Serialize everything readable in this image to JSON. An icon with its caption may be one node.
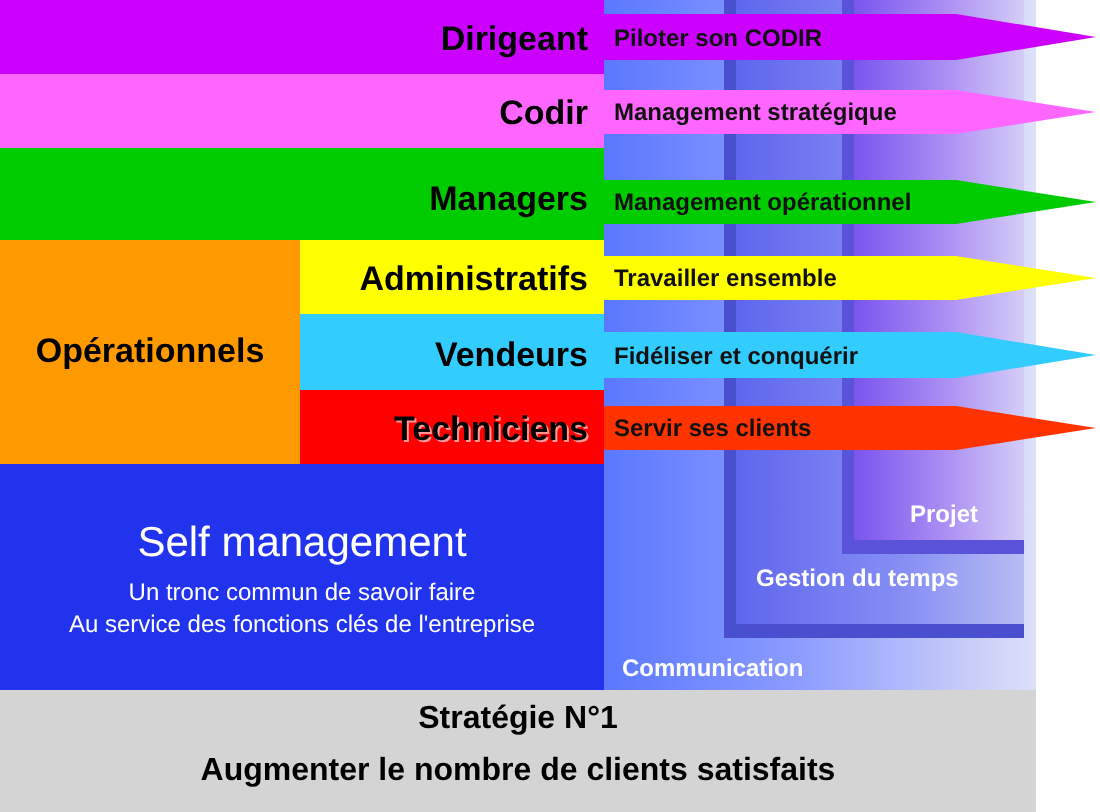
{
  "diagram": {
    "nodes": [
      {
        "text": [
          "Dirigeant"
        ]
      },
      {
        "text": [
          "Codir"
        ]
      },
      {
        "text": [
          "Managers"
        ]
      },
      {
        "text": [
          "Opérationnels"
        ]
      },
      {
        "text": [
          "Administratifs"
        ]
      },
      {
        "text": [
          "Vendeurs"
        ]
      },
      {
        "text": [
          "Techniciens"
        ]
      },
      {
        "text": [
          "Self management",
          "Un tronc commun de savoir faire",
          "Au service des fonctions clés de l'entreprise"
        ]
      },
      {
        "text": [
          "Communication"
        ]
      },
      {
        "text": [
          "Gestion du temps"
        ],
        "in": 8
      },
      {
        "text": [
          "Projet"
        ],
        "in": 9
      },
      {
        "text": [
          "Piloter son CODIR"
        ]
      },
      {
        "text": [
          "Management stratégique"
        ]
      },
      {
        "text": [
          "Management opérationnel"
        ]
      },
      {
        "text": [
          "Travailler ensemble"
        ]
      },
      {
        "text": [
          "Fidéliser et conquérir"
        ]
      },
      {
        "text": [
          "Servir ses clients"
        ]
      },
      {
        "text": [
          "Stratégie N°1",
          "Augmenter le nombre de clients satisfaits"
        ]
      }
    ],
    "edges": []
  }
}
